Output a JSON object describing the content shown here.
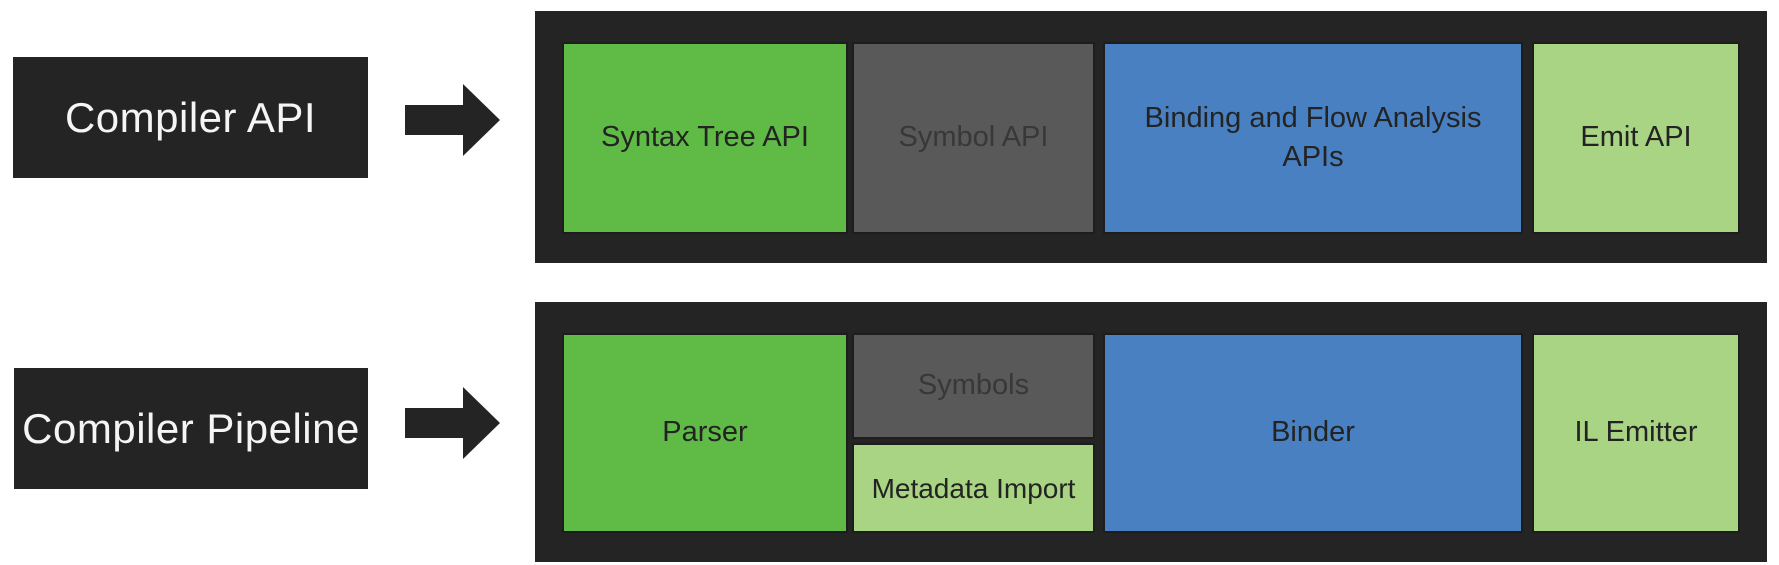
{
  "diagram_title": "Roslyn Compiler API and Pipeline correspondence",
  "colors": {
    "dark": "#242424",
    "green": "#5FBB46",
    "gray": "#595959",
    "blue": "#4880C2",
    "light_green": "#A9D483",
    "label_text": "#F5F5F5",
    "box_text": "#232323",
    "gray_box_text": "#383838",
    "page_background": "#FFFFFF"
  },
  "icons": {
    "arrow": "right-block-arrow"
  },
  "rows": [
    {
      "label": "Compiler API",
      "boxes": [
        {
          "text": "Syntax Tree API",
          "color": "green"
        },
        {
          "text": "Symbol API",
          "color": "gray"
        },
        {
          "text": "Binding and Flow Analysis APIs",
          "color": "blue"
        },
        {
          "text": "Emit API",
          "color": "light_green"
        }
      ]
    },
    {
      "label": "Compiler Pipeline",
      "boxes": [
        {
          "text": "Parser",
          "color": "green"
        },
        {
          "text": "Symbols",
          "color": "gray"
        },
        {
          "text": "Metadata Import",
          "color": "light_green"
        },
        {
          "text": "Binder",
          "color": "blue"
        },
        {
          "text": "IL Emitter",
          "color": "light_green"
        }
      ]
    }
  ]
}
